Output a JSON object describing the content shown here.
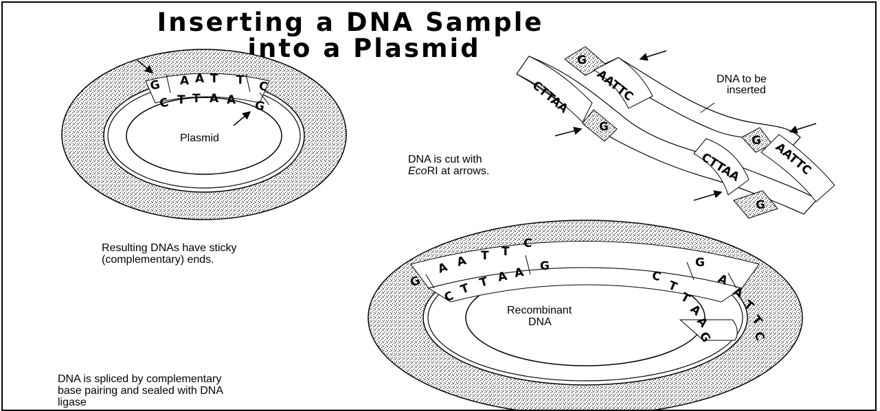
{
  "title": {
    "line1": "Inserting a DNA Sample",
    "line2": "into a Plasmid"
  },
  "labels": {
    "plasmid": "Plasmid",
    "dna_to_be_inserted": [
      "DNA to be",
      "inserted"
    ],
    "cut_note": {
      "line1": "DNA is cut with",
      "enzyme": "Eco",
      "enzyme_suffix": "RI",
      "line2_rest": " at arrows."
    },
    "sticky_ends": [
      "Resulting DNAs have sticky",
      "(complementary) ends."
    ],
    "recombinant": [
      "Recombinant",
      "DNA"
    ],
    "splice_note": [
      "DNA is spliced by complementary",
      "base pairing and sealed with DNA",
      "ligase"
    ]
  },
  "bases": {
    "plasmid_outer_left": "G",
    "plasmid_outer_aatt": [
      "A",
      "A",
      "T",
      "T",
      "C"
    ],
    "plasmid_inner_cttaa": [
      "C",
      "T",
      "T",
      "A",
      "A"
    ],
    "plasmid_inner_right": "G",
    "fragment_top_g": "G",
    "fragment_top_aattc": "AATTC",
    "fragment_left_cttaa": "CTTAA",
    "fragment_left_g": "G",
    "fragment_right_g": "G",
    "fragment_right_aattc": "AATTC",
    "fragment_bottom_cttaa": "CTTAA",
    "fragment_bottom_g": "G",
    "recomb_left_outer_g": "G",
    "recomb_left_outer_aattc": [
      "A",
      "A",
      "T",
      "T",
      "C"
    ],
    "recomb_left_inner_cttaa": [
      "C",
      "T",
      "T",
      "A",
      "A"
    ],
    "recomb_left_inner_g": "G",
    "recomb_right_outer_g": "G",
    "recomb_right_outer_aattc": [
      "A",
      "A",
      "T",
      "T",
      "C"
    ],
    "recomb_right_inner_cttaa": [
      "C",
      "T",
      "T",
      "A",
      "A"
    ],
    "recomb_right_inner_g": "G"
  },
  "colors": {
    "ink": "#000000",
    "paper": "#ffffff"
  }
}
